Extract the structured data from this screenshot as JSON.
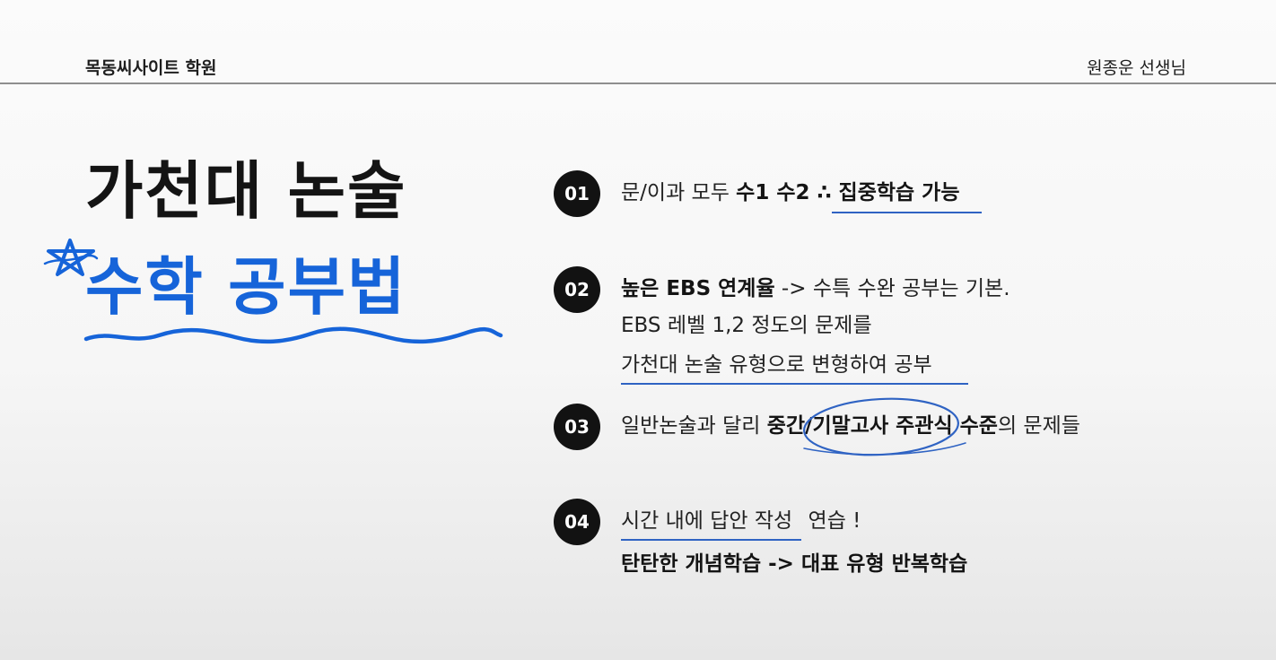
{
  "header": {
    "brand": "목동씨사이트 학원",
    "teacher": "원종운 선생님"
  },
  "title": {
    "line1": "가천대 논술",
    "line2": "수학 공부법"
  },
  "colors": {
    "accent": "#1664d9",
    "underline": "#2f63c3",
    "badge": "#121212"
  },
  "icons": {
    "star": "star-doodle-icon",
    "wave": "wave-underline"
  },
  "items": [
    {
      "num": "01",
      "l1_a": "문/이과 모두 ",
      "l1_b": "수1 수2 ∴ ",
      "l1_c": "집중학습 가능"
    },
    {
      "num": "02",
      "l1_a": "높은 EBS 연계율",
      "l1_b": " -> 수특 수완 공부는 기본.",
      "l2": "EBS 레벨 1,2 정도의 문제를",
      "l3": "가천대 논술 유형으로 변형하여 공부"
    },
    {
      "num": "03",
      "l1_a": "일반논술과 달리 ",
      "l1_b": "중간/기말고사",
      "l1_c": " 주관식 수준",
      "l1_d": "의 문제들"
    },
    {
      "num": "04",
      "l1_a": "시간 내에 답안 작성",
      "l1_b": " 연습 !",
      "l2": "탄탄한 개념학습 -> 대표 유형 반복학습"
    }
  ]
}
